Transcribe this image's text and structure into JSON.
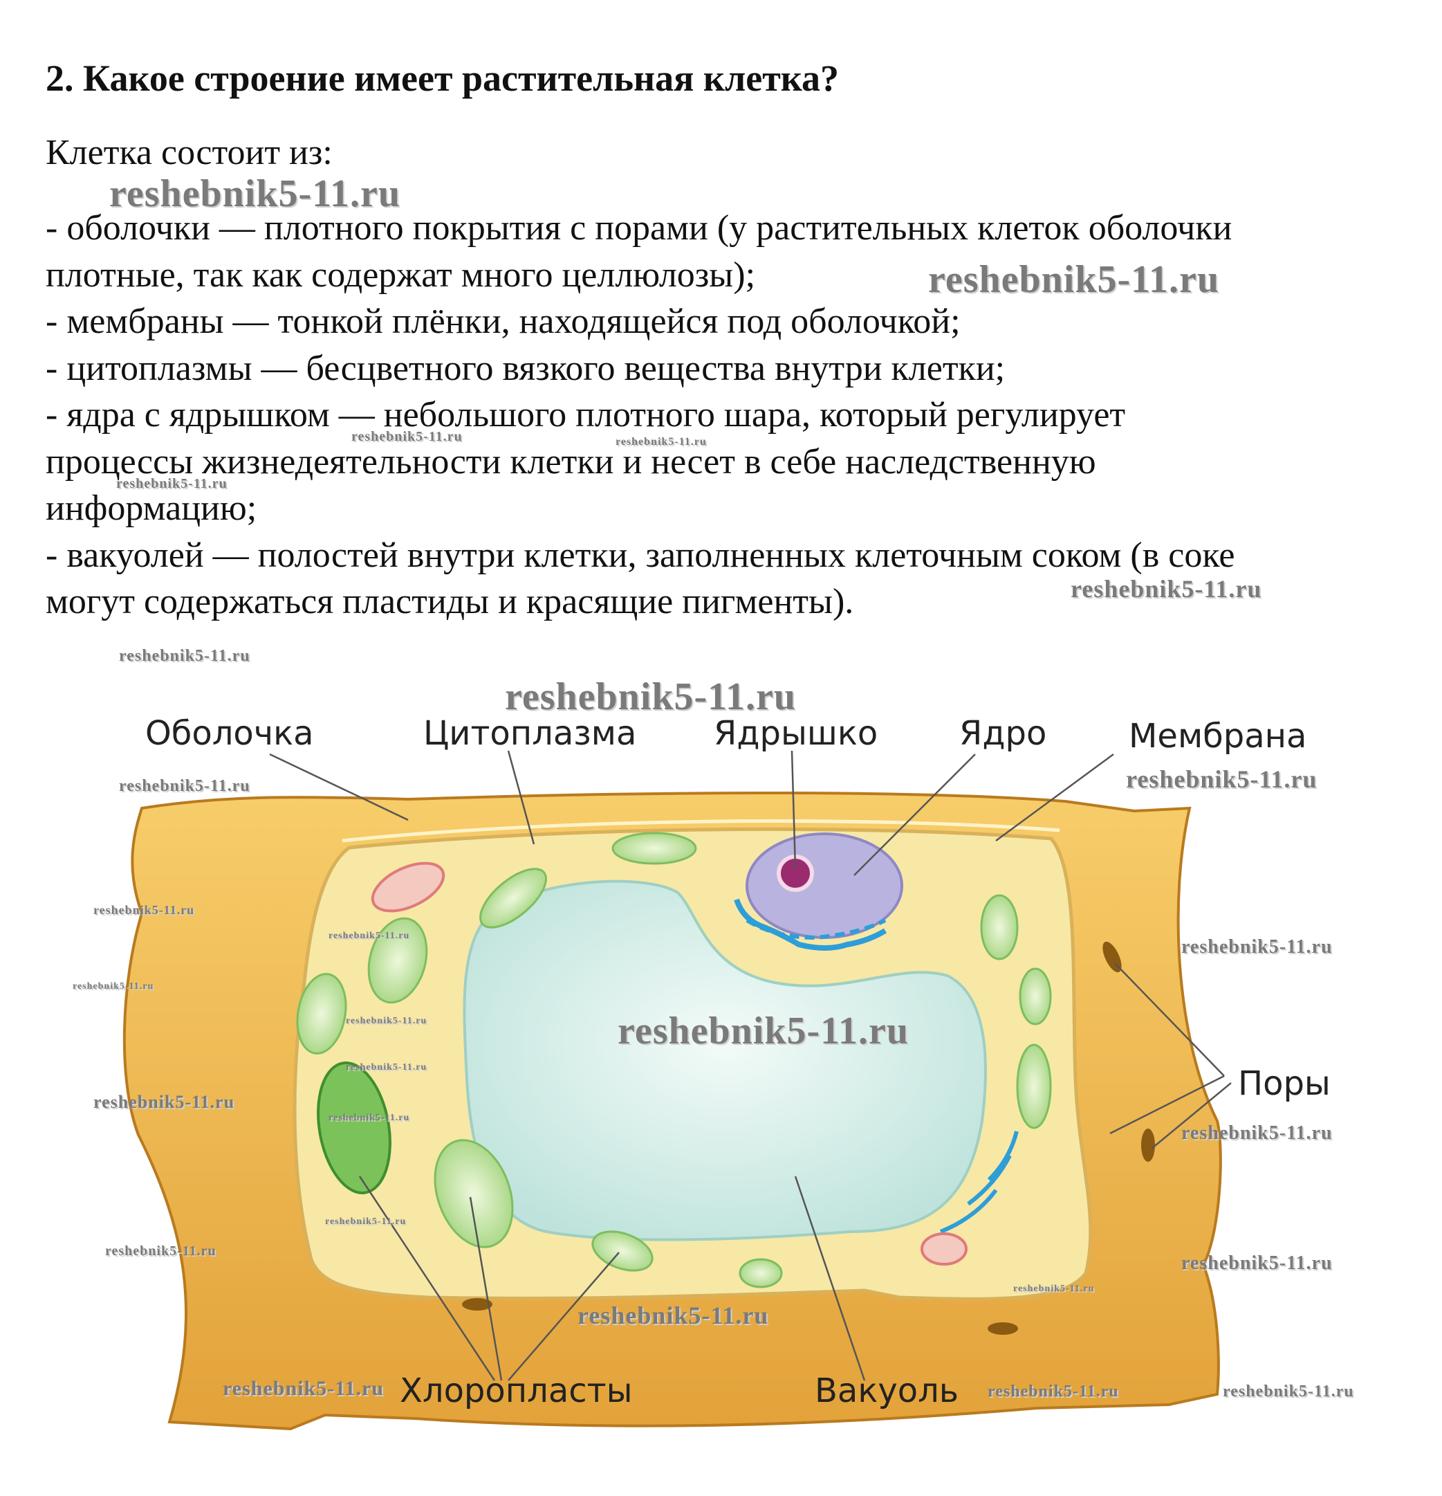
{
  "question": {
    "title": "2. Какое строение имеет растительная клетка?"
  },
  "answer": {
    "intro": "Клетка состоит из:",
    "lines": [
      "- оболочки — плотного покрытия с порами (у растительных клеток оболочки",
      "плотные, так как содержат много целлюлозы);",
      "- мембраны — тонкой плёнки, находящейся под оболочкой;",
      "- цитоплазмы — бесцветного вязкого вещества внутри клетки;",
      "- ядра с ядрышком — небольшого плотного шара, который регулирует",
      "процессы жизнедеятельности клетки и несет в себе наследственную",
      "информацию;",
      "- вакуолей — полостей внутри клетки, заполненных клеточным соком (в соке",
      "могут содержаться пластиды и красящие пигменты)."
    ]
  },
  "diagram": {
    "labels": {
      "cell_wall": "Оболочка",
      "cytoplasm": "Цитоплазма",
      "nucleolus": "Ядрышко",
      "nucleus": "Ядро",
      "membrane": "Мембрана",
      "pores": "Поры",
      "chloroplasts": "Хлоропласты",
      "vacuole": "Вакуоль"
    }
  },
  "watermark": {
    "text": "reshebnik5-11.ru"
  }
}
